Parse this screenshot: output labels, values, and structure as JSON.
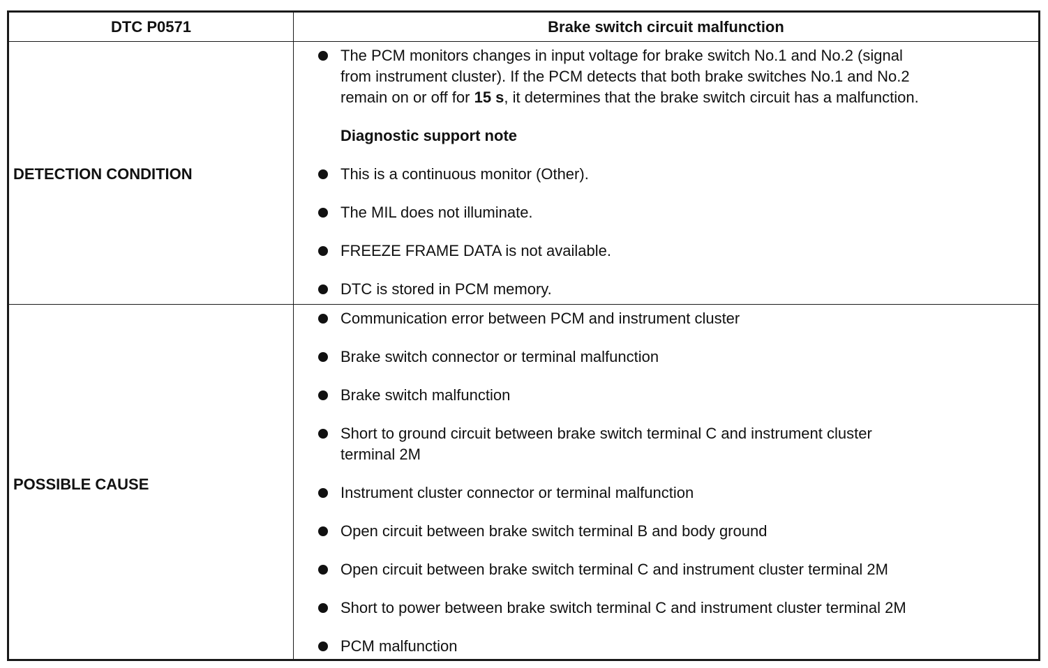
{
  "header": {
    "dtc_code": "DTC P0571",
    "dtc_title": "Brake switch circuit malfunction"
  },
  "detection_condition": {
    "label": "DETECTION CONDITION",
    "description": {
      "line1": "The PCM monitors changes in input voltage for brake switch No.1 and No.2 (signal",
      "line2": "from instrument cluster). If the PCM detects that both brake switches No.1 and No.2",
      "line3_before": "remain on or off for ",
      "line3_bold": "15 s",
      "line3_after": ", it determines that the brake switch circuit has a malfunction."
    },
    "support_note_heading": "Diagnostic support note",
    "support_notes": [
      "This is a continuous monitor (Other).",
      "The MIL does not illuminate.",
      "FREEZE FRAME DATA is not available.",
      "DTC is stored in PCM memory."
    ]
  },
  "possible_cause": {
    "label": "POSSIBLE CAUSE",
    "items": [
      "Communication error between PCM and instrument cluster",
      "Brake switch connector or terminal malfunction",
      "Brake switch malfunction",
      {
        "line1": "Short to ground circuit between brake switch terminal C and instrument cluster",
        "line2": "terminal 2M"
      },
      "Instrument cluster connector or terminal malfunction",
      "Open circuit between brake switch terminal B and body ground",
      "Open circuit between brake switch terminal C and instrument cluster terminal 2M",
      "Short to power between brake switch terminal C and instrument cluster terminal 2M",
      "PCM malfunction"
    ]
  }
}
